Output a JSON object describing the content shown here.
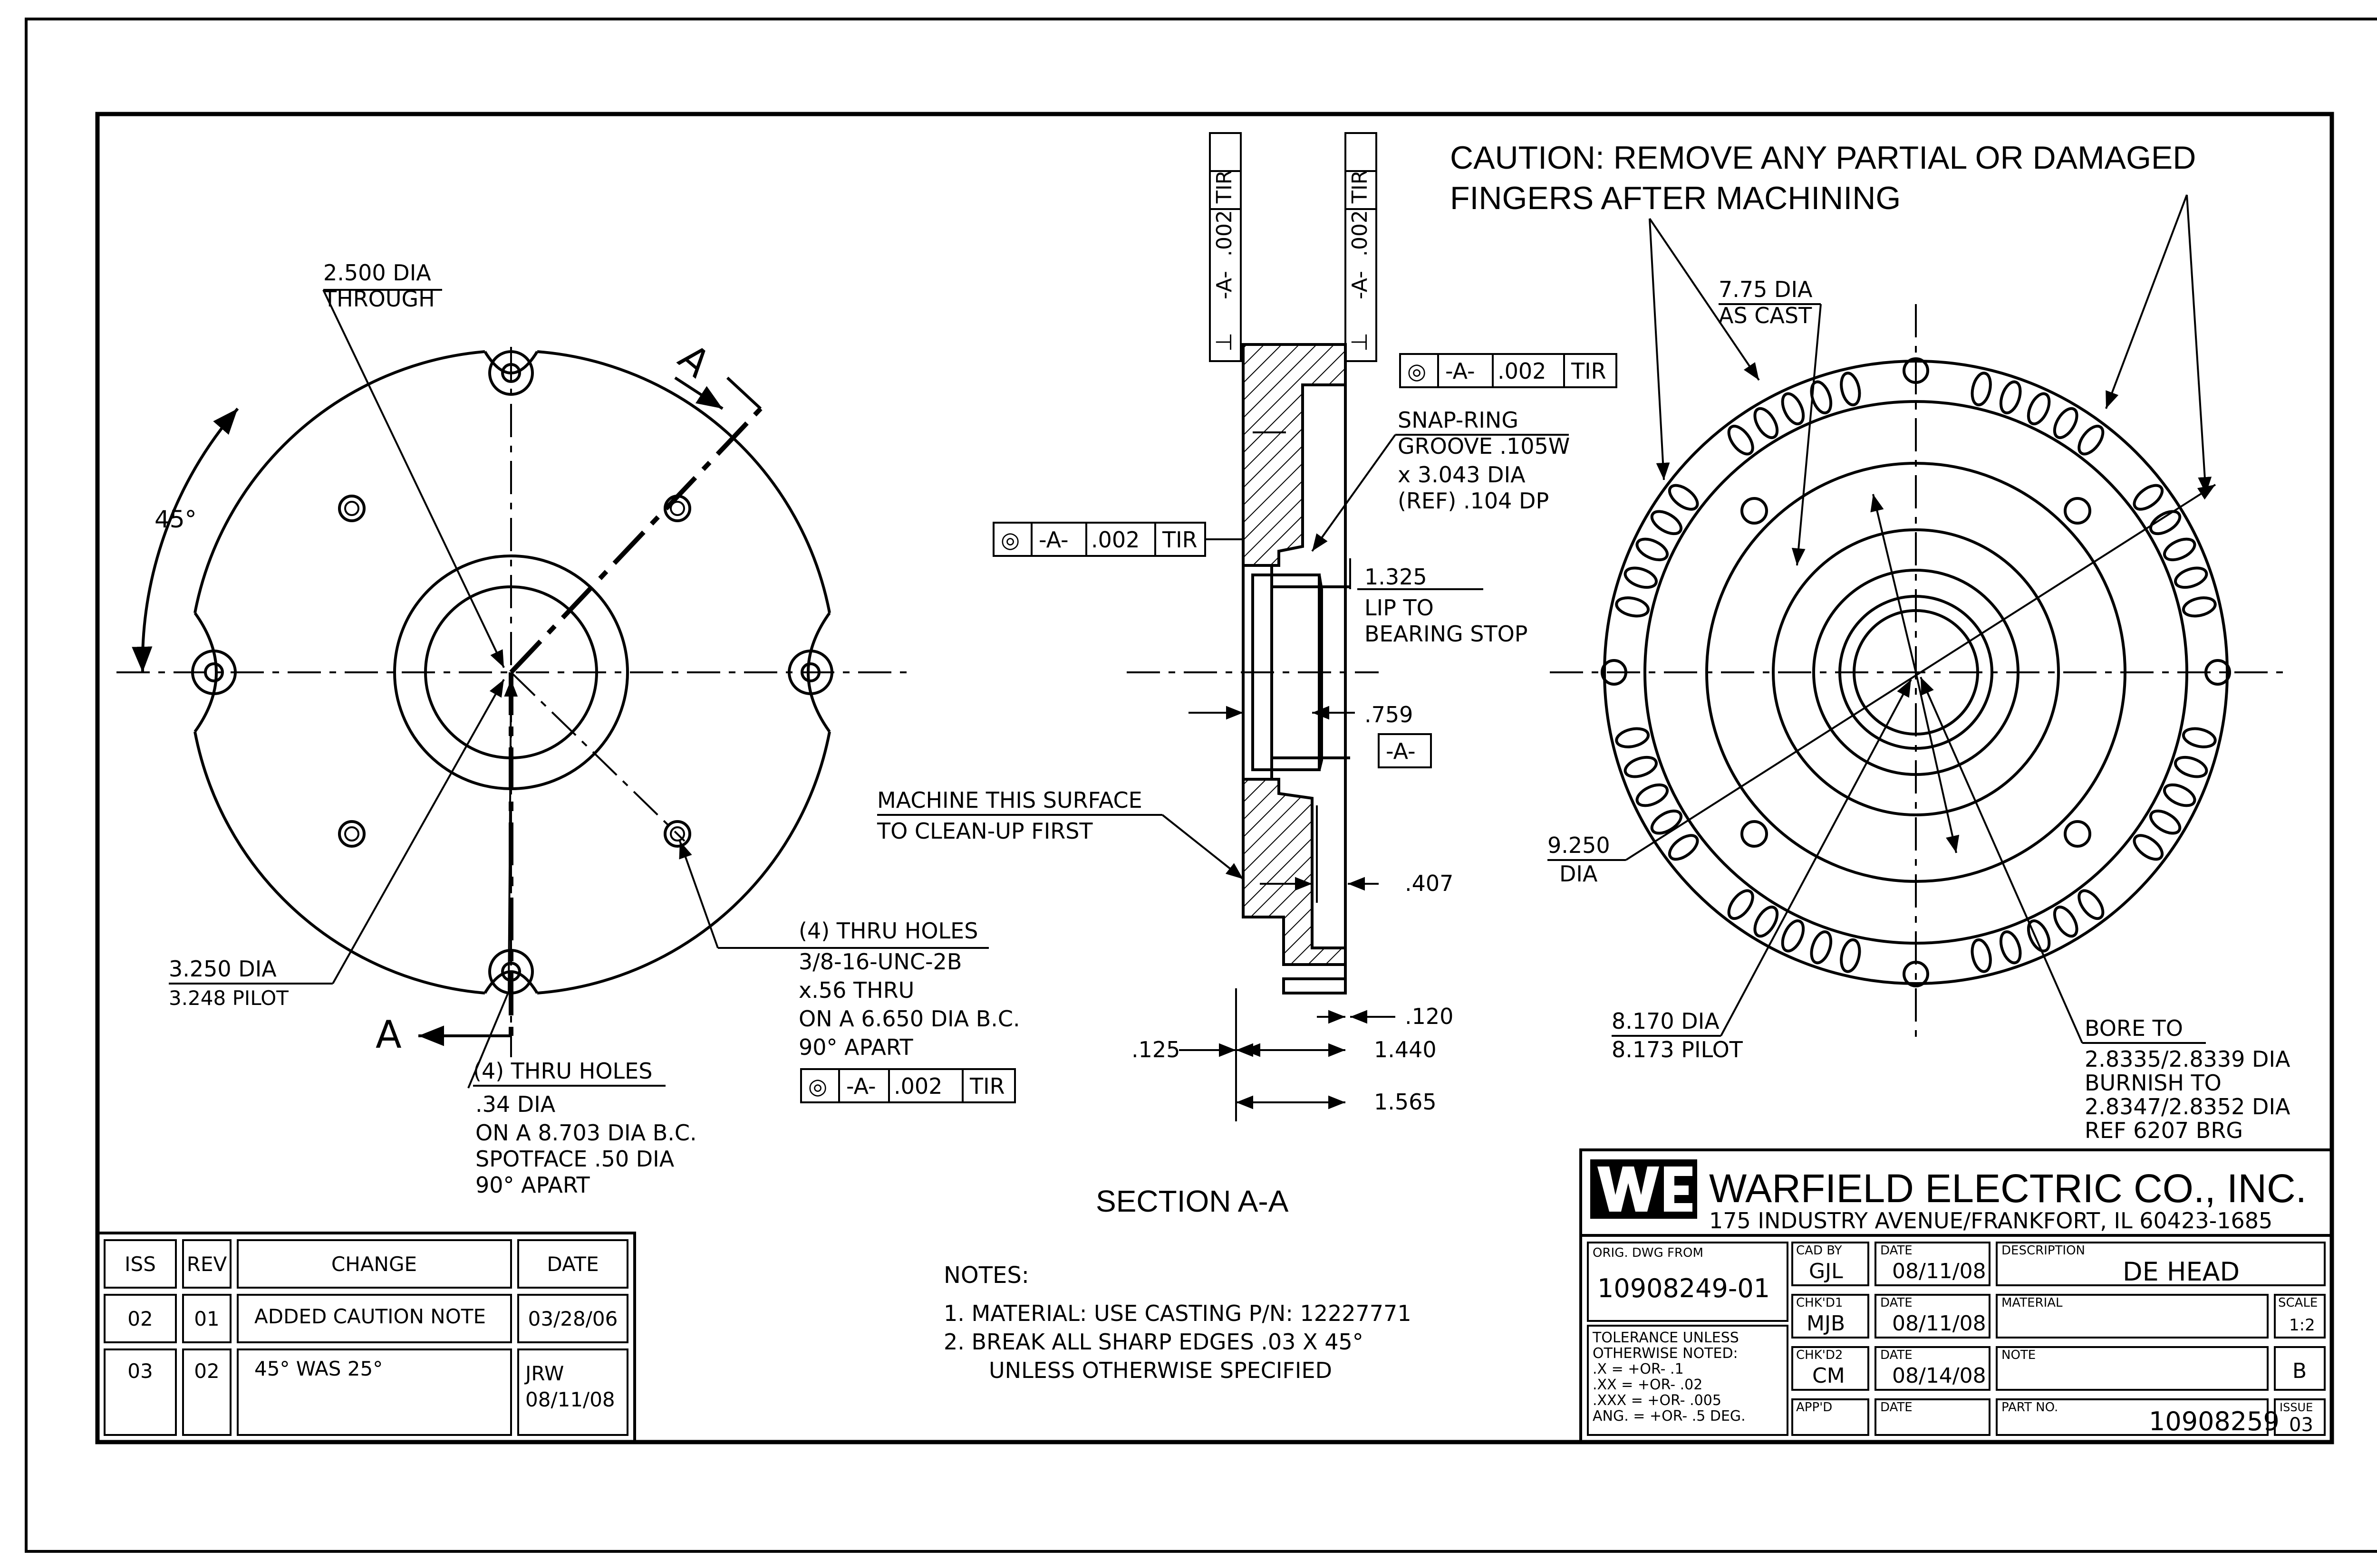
{
  "caution": [
    "CAUTION: REMOVE ANY PARTIAL OR DAMAGED",
    "FINGERS AFTER MACHINING"
  ],
  "front_view": {
    "bore_callout": [
      "2.500 DIA",
      "THROUGH"
    ],
    "angle": "45°",
    "pilot_callout": [
      "3.250 DIA",
      "3.248 PILOT"
    ],
    "section_letter": "A",
    "thru_holes_outer": [
      "(4) THRU HOLES",
      ".34 DIA",
      "ON A 8.703 DIA B.C.",
      "SPOTFACE .50 DIA",
      "90° APART"
    ],
    "thru_holes_inner": [
      "(4) THRU HOLES",
      "3/8-16-UNC-2B",
      "x.56 THRU",
      "ON A 6.650 DIA B.C.",
      "90° APART"
    ]
  },
  "section": {
    "title": "SECTION A-A",
    "snap_ring": [
      "SNAP-RING",
      "GROOVE .105W",
      "x 3.043 DIA",
      "(REF) .104 DP"
    ],
    "lip": [
      "1.325",
      "LIP TO",
      "BEARING STOP"
    ],
    "dim_759": ".759",
    "datum": "-A-",
    "machine_note": [
      "MACHINE THIS SURFACE",
      "TO CLEAN-UP FIRST"
    ],
    "dim_407": ".407",
    "dim_120": ".120",
    "dim_125": ".125",
    "dim_1440": "1.440",
    "dim_1565": "1.565",
    "perp_symbol": "⊥",
    "perp_value": ".002 TIR",
    "conc_symbol": "◎",
    "conc_value": ".002",
    "conc_tir": "TIR"
  },
  "rear_view": {
    "cast_dia": [
      "7.75 DIA",
      "AS CAST"
    ],
    "outer_dia": [
      "9.250",
      "DIA"
    ],
    "pilot": [
      "8.170 DIA",
      "8.173 PILOT"
    ],
    "bore": [
      "BORE TO",
      "2.8335/2.8339 DIA",
      "BURNISH TO",
      "2.8347/2.8352 DIA",
      "REF 6207 BRG"
    ]
  },
  "notes": {
    "heading": "NOTES:",
    "items": [
      "1.  MATERIAL:  USE CASTING P/N:  12227771",
      "2.  BREAK ALL SHARP EDGES .03 X 45°",
      "UNLESS OTHERWISE SPECIFIED"
    ]
  },
  "revision_table": {
    "headers": [
      "ISS",
      "REV",
      "CHANGE",
      "DATE"
    ],
    "rows": [
      [
        "02",
        "01",
        "ADDED CAUTION NOTE",
        "03/28/06",
        ""
      ],
      [
        "03",
        "02",
        "45° WAS 25°",
        "JRW",
        "08/11/08"
      ]
    ]
  },
  "title_block": {
    "company": "WARFIELD ELECTRIC CO., INC.",
    "address": "175 INDUSTRY AVENUE/FRANKFORT, IL 60423-1685",
    "orig_dwg_label": "ORIG. DWG FROM",
    "orig_dwg": "10908249-01",
    "cad_by_label": "CAD BY",
    "cad_by": "GJL",
    "chkd1_label": "CHK'D1",
    "chkd1": "MJB",
    "chkd2_label": "CHK'D2",
    "chkd2": "CM",
    "appd_label": "APP'D",
    "date_label": "DATE",
    "date1": "08/11/08",
    "date2": "08/11/08",
    "date3": "08/14/08",
    "description_label": "DESCRIPTION",
    "description": "DE HEAD",
    "material_label": "MATERIAL",
    "scale_label": "SCALE",
    "scale": "1:2",
    "note_label": "NOTE",
    "size": "B",
    "part_no_label": "PART NO.",
    "part_no": "10908259",
    "issue_label": "ISSUE",
    "issue": "03",
    "tolerance": [
      "TOLERANCE UNLESS",
      "OTHERWISE NOTED:",
      ".X    = +OR- .1",
      ".XX   = +OR- .02",
      ".XXX  = +OR- .005",
      "ANG. = +OR- .5 DEG."
    ]
  }
}
